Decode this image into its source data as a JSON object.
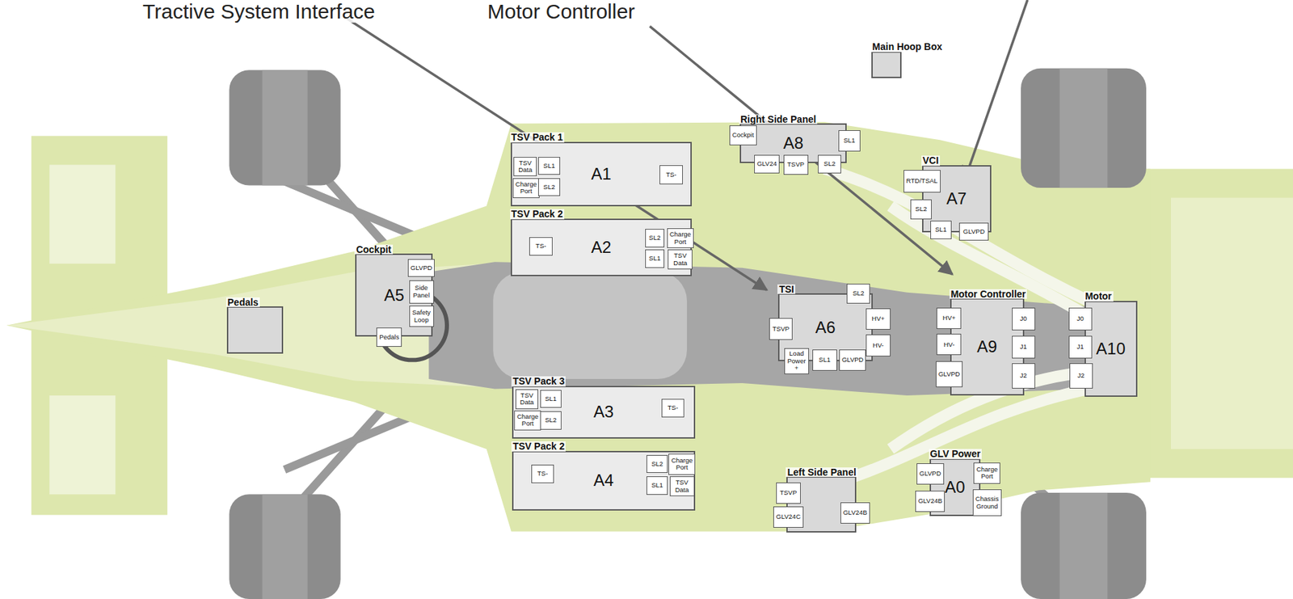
{
  "diagram": {
    "nodes": [
      {
        "text": [
          "Main Hoop Box"
        ]
      },
      {
        "text": [
          "Right Side Panel",
          "A8"
        ]
      },
      {
        "text": [
          "Cockpit"
        ],
        "in": 1
      },
      {
        "text": [
          "SL1"
        ],
        "in": 1
      },
      {
        "text": [
          "GLV24"
        ],
        "in": 1
      },
      {
        "text": [
          "TSVP"
        ],
        "in": 1
      },
      {
        "text": [
          "SL2"
        ],
        "in": 1
      },
      {
        "text": [
          "TSV Pack 1",
          "A1"
        ]
      },
      {
        "text": [
          "TSV Data"
        ],
        "in": 7
      },
      {
        "text": [
          "SL1"
        ],
        "in": 7
      },
      {
        "text": [
          "Charge Port"
        ],
        "in": 7
      },
      {
        "text": [
          "SL2"
        ],
        "in": 7
      },
      {
        "text": [
          "TS-"
        ],
        "in": 7
      },
      {
        "text": [
          "VCI",
          "A7"
        ]
      },
      {
        "text": [
          "RTD/TSAL"
        ],
        "in": 13
      },
      {
        "text": [
          "SL2"
        ],
        "in": 13
      },
      {
        "text": [
          "SL1"
        ],
        "in": 13
      },
      {
        "text": [
          "GLVPD"
        ],
        "in": 13
      },
      {
        "text": [
          "TSV Pack 2",
          "A2"
        ]
      },
      {
        "text": [
          "TS-"
        ],
        "in": 18
      },
      {
        "text": [
          "SL2"
        ],
        "in": 18
      },
      {
        "text": [
          "Charge Port"
        ],
        "in": 18
      },
      {
        "text": [
          "SL1"
        ],
        "in": 18
      },
      {
        "text": [
          "TSV Data"
        ],
        "in": 18
      },
      {
        "text": [
          "Cockpit",
          "A5"
        ]
      },
      {
        "text": [
          "GLVPD"
        ],
        "in": 24
      },
      {
        "text": [
          "Side Panel"
        ],
        "in": 24
      },
      {
        "text": [
          "Safety Loop"
        ],
        "in": 24
      },
      {
        "text": [
          "Pedals"
        ],
        "in": 24
      },
      {
        "text": [
          "Pedals"
        ]
      },
      {
        "text": [
          "TSI",
          "A6"
        ]
      },
      {
        "text": [
          "SL2"
        ],
        "in": 30
      },
      {
        "text": [
          "TSVP"
        ],
        "in": 30
      },
      {
        "text": [
          "HV+"
        ],
        "in": 30
      },
      {
        "text": [
          "HV-"
        ],
        "in": 30
      },
      {
        "text": [
          "Load Power +"
        ],
        "in": 30
      },
      {
        "text": [
          "SL1"
        ],
        "in": 30
      },
      {
        "text": [
          "GLVPD"
        ],
        "in": 30
      },
      {
        "text": [
          "Motor Controller",
          "A9"
        ]
      },
      {
        "text": [
          "HV+"
        ],
        "in": 38
      },
      {
        "text": [
          "J0"
        ],
        "in": 38
      },
      {
        "text": [
          "HV-"
        ],
        "in": 38
      },
      {
        "text": [
          "J1"
        ],
        "in": 38
      },
      {
        "text": [
          "GLVPD"
        ],
        "in": 38
      },
      {
        "text": [
          "J2"
        ],
        "in": 38
      },
      {
        "text": [
          "Motor",
          "A10"
        ]
      },
      {
        "text": [
          "J0"
        ],
        "in": 45
      },
      {
        "text": [
          "J1"
        ],
        "in": 45
      },
      {
        "text": [
          "J2"
        ],
        "in": 45
      },
      {
        "text": [
          "TSV Pack 3",
          "A3"
        ]
      },
      {
        "text": [
          "TSV Data"
        ],
        "in": 49
      },
      {
        "text": [
          "SL1"
        ],
        "in": 49
      },
      {
        "text": [
          "Charge Port"
        ],
        "in": 49
      },
      {
        "text": [
          "SL2"
        ],
        "in": 49
      },
      {
        "text": [
          "TS-"
        ],
        "in": 49
      },
      {
        "text": [
          "TSV Pack 2",
          "A4"
        ]
      },
      {
        "text": [
          "TS-"
        ],
        "in": 55
      },
      {
        "text": [
          "SL2"
        ],
        "in": 55
      },
      {
        "text": [
          "Charge Port"
        ],
        "in": 55
      },
      {
        "text": [
          "SL1"
        ],
        "in": 55
      },
      {
        "text": [
          "TSV Data"
        ],
        "in": 55
      },
      {
        "text": [
          "GLV Power",
          "A0"
        ]
      },
      {
        "text": [
          "GLVPD"
        ],
        "in": 61
      },
      {
        "text": [
          "Charge Port"
        ],
        "in": 61
      },
      {
        "text": [
          "GLV24B"
        ],
        "in": 61
      },
      {
        "text": [
          "Chassis Ground"
        ],
        "in": 61
      },
      {
        "text": [
          "Left Side Panel"
        ]
      },
      {
        "text": [
          "TSVP"
        ],
        "in": 66
      },
      {
        "text": [
          "GLV24C"
        ],
        "in": 66
      },
      {
        "text": [
          "GLV24B"
        ],
        "in": 66
      }
    ],
    "labels": [
      "Tractive System Interface",
      "Motor Controller"
    ]
  }
}
